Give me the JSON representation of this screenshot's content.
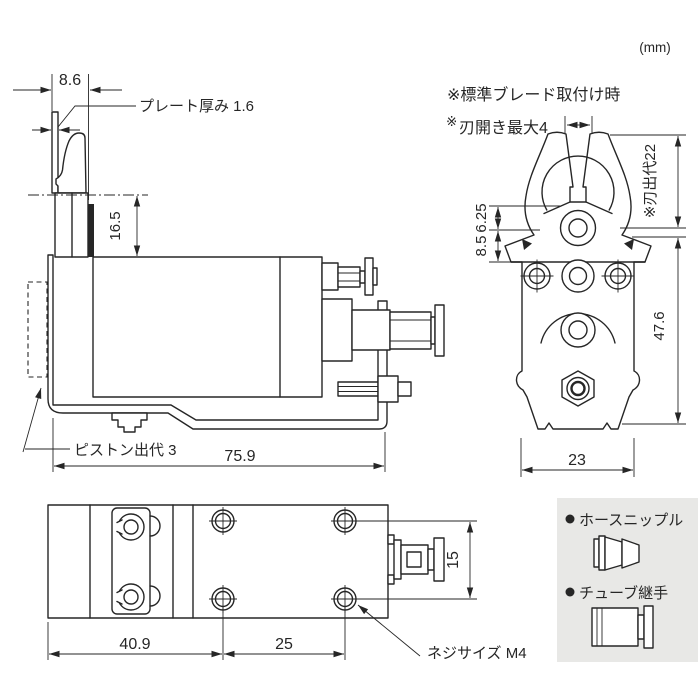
{
  "unit_label": "(mm)",
  "colors": {
    "line": "#262626",
    "legend_bg": "#e8e8e6",
    "background": "#ffffff"
  },
  "side_view": {
    "dim_mount_offset": "8.6",
    "plate_thickness_label": "プレート厚み 1.6",
    "dim_center_height": "16.5",
    "piston_stroke_label": "ピストン出代 3",
    "dim_overall_length": "75.9"
  },
  "front_view": {
    "note_standard_blade": "※標準ブレード取付け時",
    "note_blade_open_mark": "※",
    "note_blade_open": "刃開き最大4",
    "dim_edge_to_pivot": "6.25",
    "dim_pivot_to_body": "8.5",
    "dim_blade_protrusion": "※刃出代22",
    "dim_body_height": "47.6",
    "dim_body_width": "23"
  },
  "bottom_view": {
    "dim_left_span": "40.9",
    "dim_hole_pitch": "25",
    "dim_port_pitch_vertical": "15",
    "screw_size_label": "ネジサイズ M4"
  },
  "legend": {
    "items": [
      {
        "label": "ホースニップル"
      },
      {
        "label": "チューブ継手"
      }
    ]
  }
}
